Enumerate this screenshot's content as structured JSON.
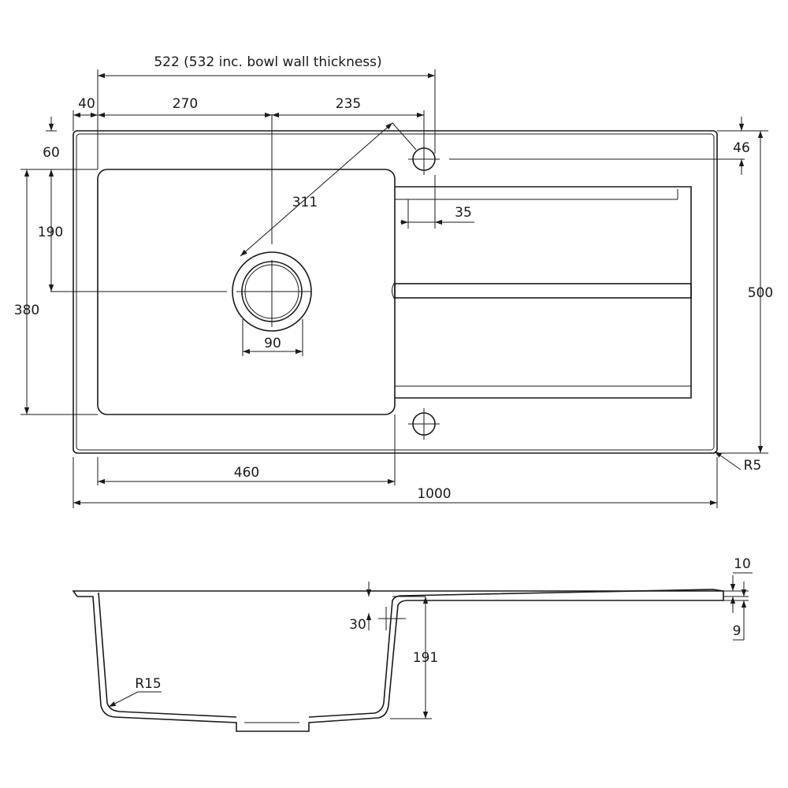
{
  "plan_view": {
    "dimensions": {
      "overall_length": "1000",
      "overall_depth": "500",
      "bowl_width_with_wall": "522 (532 inc. bowl wall thickness)",
      "left_margin": "40",
      "to_waste_center": "270",
      "waste_to_tap_hole": "235",
      "top_margin": "60",
      "tap_hole_offset": "46",
      "diagonal_waste_to_tap": "311",
      "bowl_to_drainer": "35",
      "waste_depth_offset": "190",
      "bowl_depth": "380",
      "waste_diameter": "90",
      "bowl_width": "460",
      "corner_radius": "R5"
    }
  },
  "section_view": {
    "dimensions": {
      "lip_thickness": "10",
      "drainer_thickness": "9",
      "drainer_step": "30",
      "bowl_depth": "191",
      "bowl_corner_radius": "R15"
    }
  }
}
